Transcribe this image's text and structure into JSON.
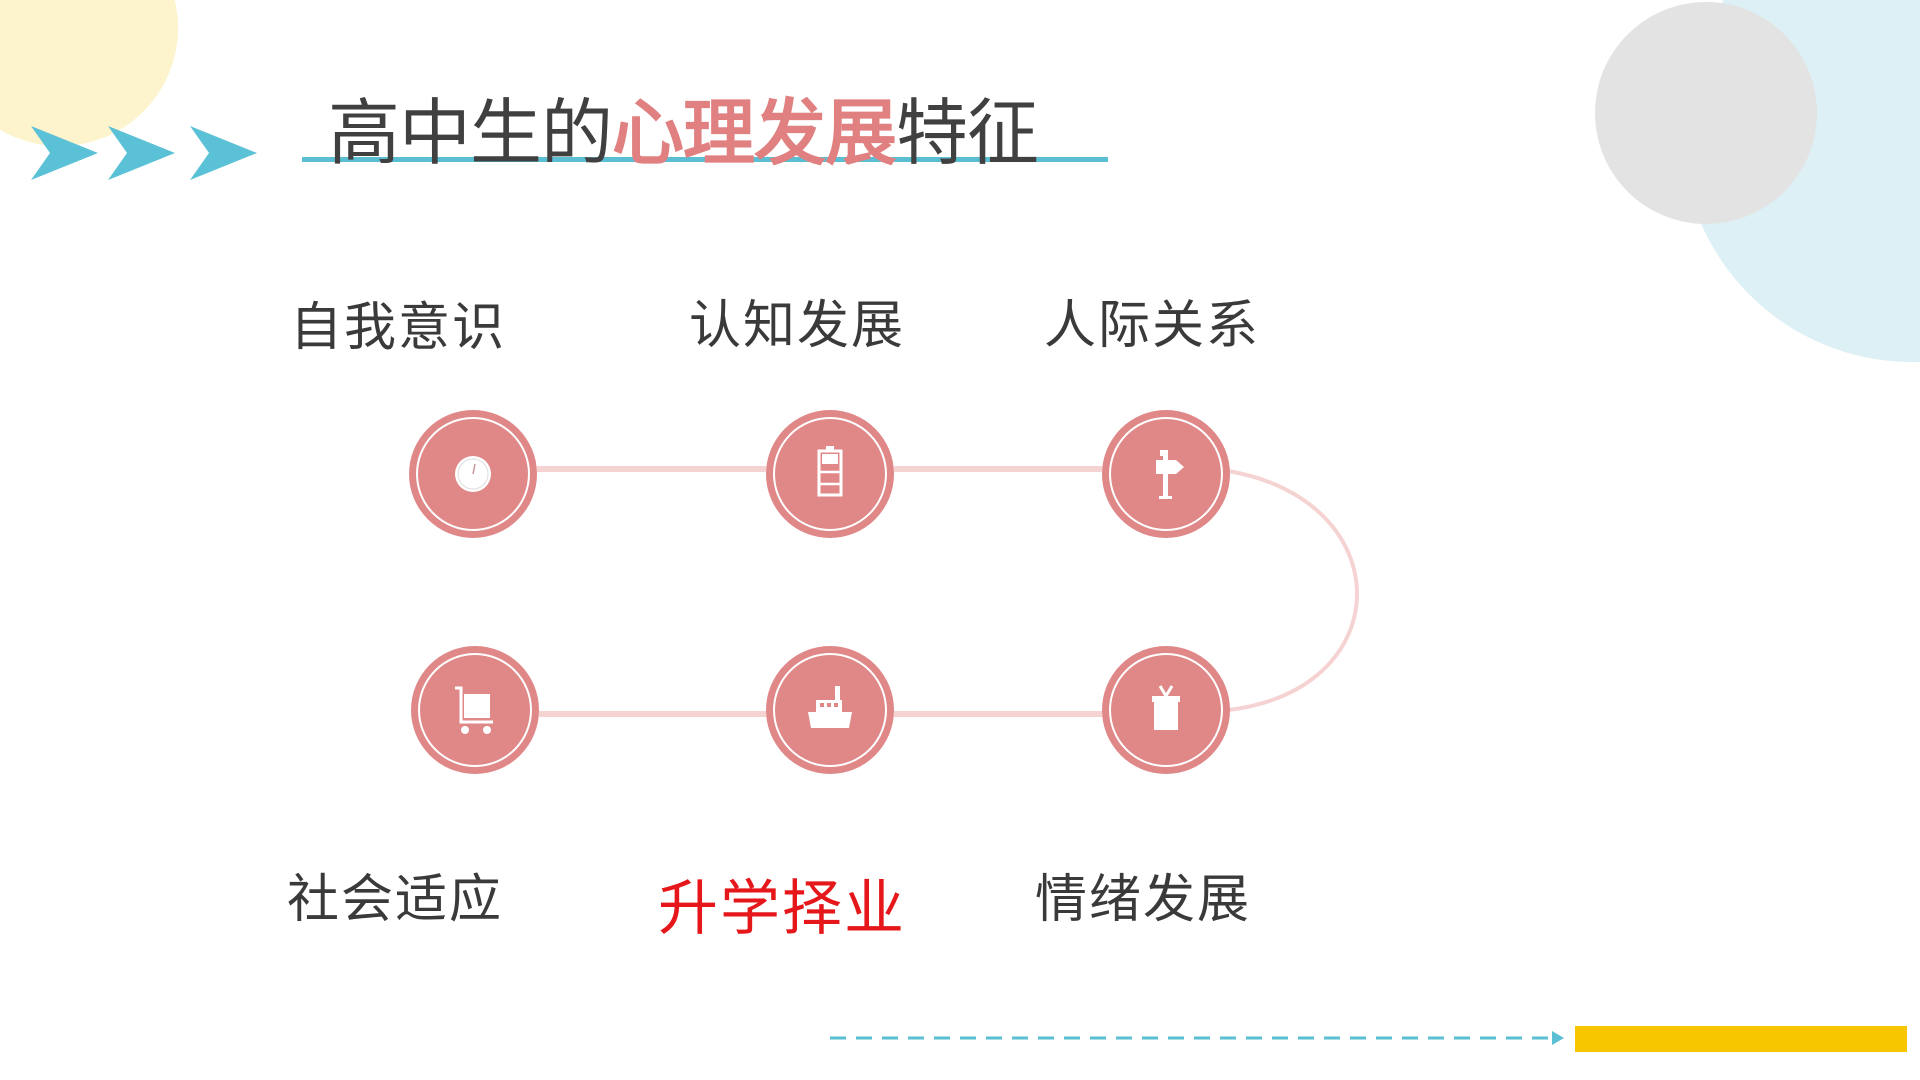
{
  "title": {
    "part1": "高中生的",
    "highlight": "心理发展",
    "part2": "特征"
  },
  "nodes": [
    {
      "label": "自我意识",
      "icon": "clock-icon"
    },
    {
      "label": "认知发展",
      "icon": "battery-icon"
    },
    {
      "label": "人际关系",
      "icon": "signpost-icon"
    },
    {
      "label": "情绪发展",
      "icon": "gift-icon"
    },
    {
      "label": "升学择业",
      "icon": "ship-icon",
      "highlight": true
    },
    {
      "label": "社会适应",
      "icon": "cart-icon"
    }
  ],
  "colors": {
    "accent": "#e08888",
    "line": "#f6d3d3",
    "teal": "#5bbfd3",
    "yellow": "#f7c600",
    "highlight_text": "#e5171a"
  }
}
